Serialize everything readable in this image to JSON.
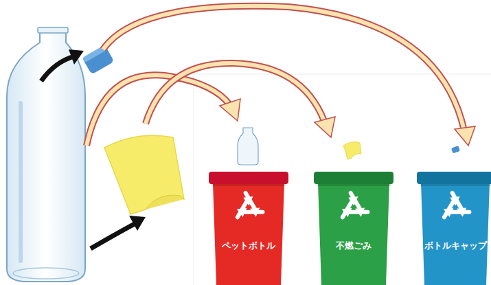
{
  "diagram": {
    "nodes": [
      {
        "text": [
          "ペットボトル"
        ]
      },
      {
        "text": [
          "不燃ごみ"
        ]
      },
      {
        "text": [
          "ボトルキャップ"
        ]
      }
    ]
  }
}
